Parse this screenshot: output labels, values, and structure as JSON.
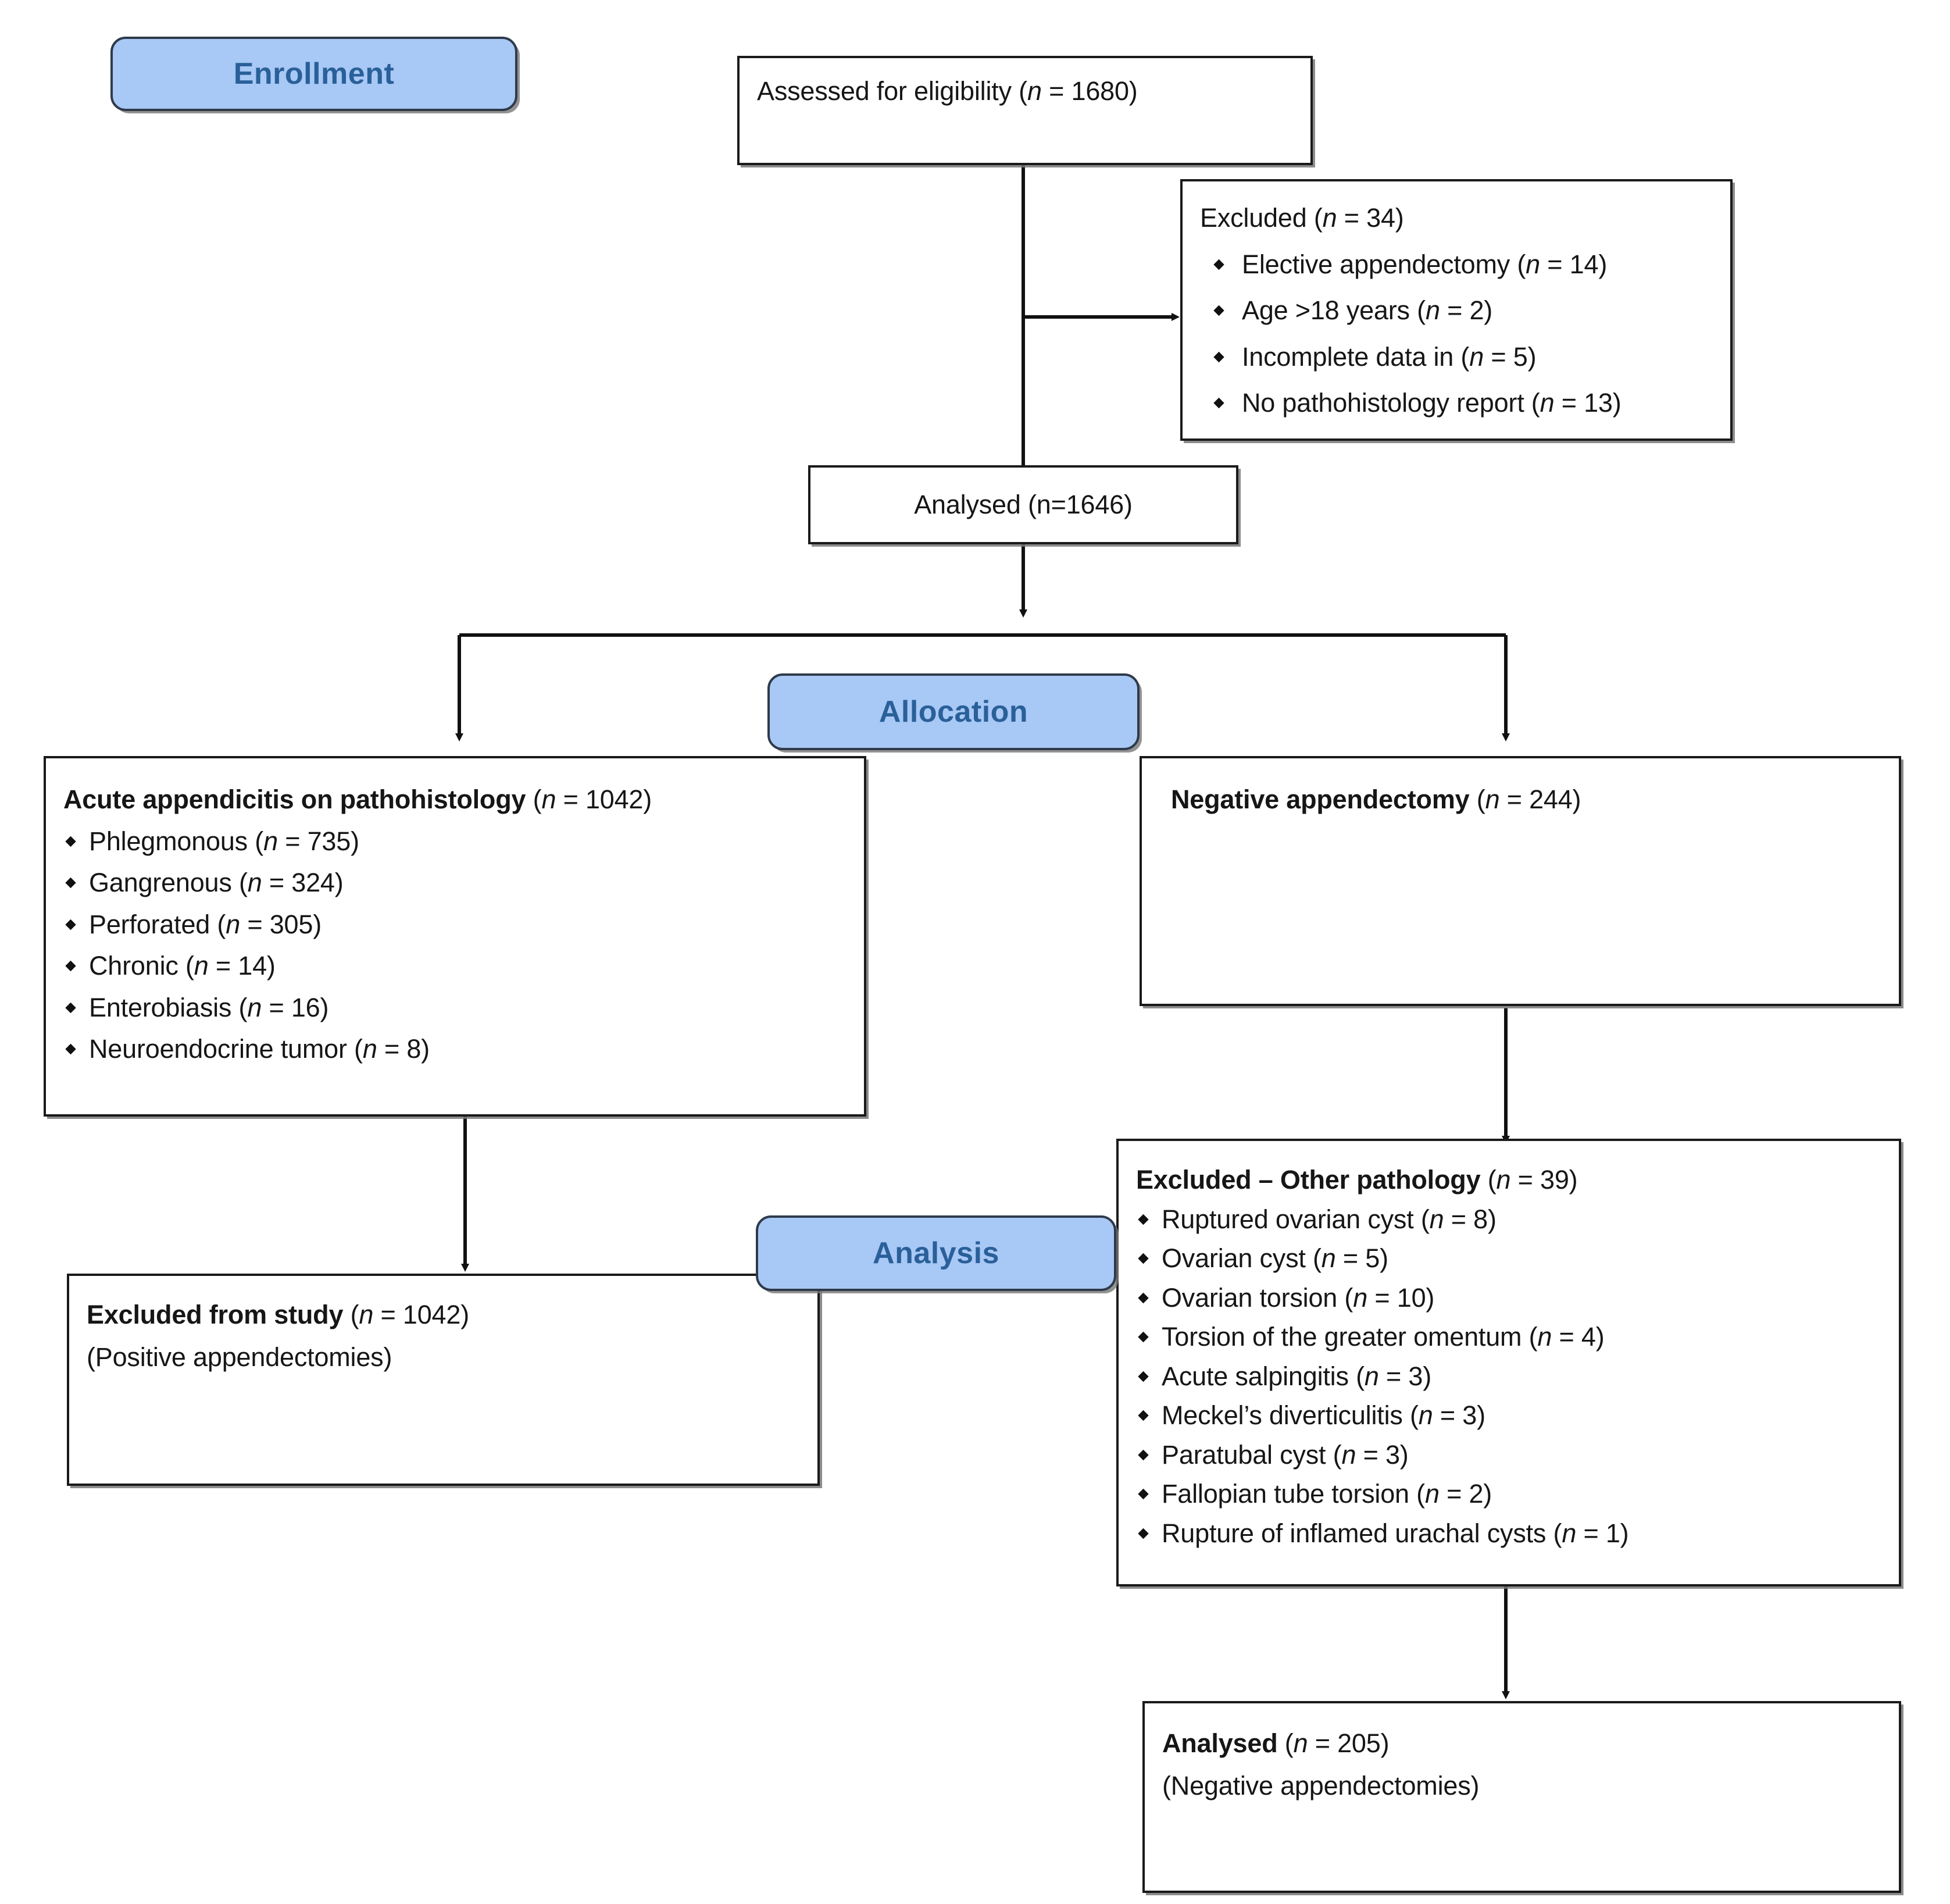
{
  "diagram": {
    "title": "CONSORT participant flow diagram",
    "accent_blue": "#a8c8f5",
    "badge_text_color": "#2a6099",
    "box_border_color": "#1a1a1a"
  },
  "stages": {
    "enrollment": "Enrollment",
    "allocation": "Allocation",
    "analysis": "Analysis"
  },
  "nodes": {
    "assessed": {
      "text": "Assessed for eligibility (",
      "n_label": "n",
      "n_value": " = 1680)"
    },
    "excluded_top": {
      "header": "Excluded (",
      "header_n": "n",
      "header_value": " = 34)",
      "items": [
        {
          "label": "Elective appendectomy (",
          "n": "n",
          "value": " = 14)"
        },
        {
          "label": "Age >18 years (",
          "n": "n",
          "value": " = 2)"
        },
        {
          "label": "Incomplete data in (",
          "n": "n",
          "value": " = 5)"
        },
        {
          "label": "No pathohistology report (",
          "n": "n",
          "value": " = 13)"
        }
      ]
    },
    "analysed_total": {
      "text": "Analysed (n=1646)"
    },
    "acute_appendicitis": {
      "header_bold": "Acute appendicitis on pathohistology",
      "header_open": " (",
      "header_n": "n",
      "header_value": " = 1042)",
      "items": [
        {
          "label": "Phlegmonous (",
          "n": "n",
          "value": " = 735)"
        },
        {
          "label": "Gangrenous (",
          "n": "n",
          "value": " = 324)"
        },
        {
          "label": "Perforated (",
          "n": "n",
          "value": " = 305)"
        },
        {
          "label": "Chronic (",
          "n": "n",
          "value": " = 14)"
        },
        {
          "label": "Enterobiasis (",
          "n": "n",
          "value": " = 16)"
        },
        {
          "label": "Neuroendocrine tumor (",
          "n": "n",
          "value": " = 8)"
        }
      ]
    },
    "negative_appendectomy": {
      "header_bold": "Negative appendectomy",
      "header_open": " (",
      "header_n": "n",
      "header_value": " = 244)"
    },
    "excluded_from_study": {
      "header_bold": "Excluded from study",
      "header_open": " (",
      "header_n": "n",
      "header_value": " = 1042)",
      "subtitle": "(Positive appendectomies)"
    },
    "excluded_other_pathology": {
      "header_bold": "Excluded – Other pathology",
      "header_open": " (",
      "header_n": "n",
      "header_value": " = 39)",
      "items": [
        {
          "label": "Ruptured ovarian cyst (",
          "n": "n",
          "value": " = 8)"
        },
        {
          "label": "Ovarian cyst (",
          "n": "n",
          "value": " = 5)"
        },
        {
          "label": "Ovarian torsion (",
          "n": "n",
          "value": " = 10)"
        },
        {
          "label": "Torsion of the greater omentum (",
          "n": "n",
          "value": " = 4)"
        },
        {
          "label": "Acute salpingitis (",
          "n": "n",
          "value": " = 3)"
        },
        {
          "label": "Meckel’s diverticulitis (",
          "n": "n",
          "value": " = 3)"
        },
        {
          "label": "Paratubal cyst (",
          "n": "n",
          "value": " = 3)"
        },
        {
          "label": "Fallopian tube torsion (",
          "n": "n",
          "value": " = 2)"
        },
        {
          "label": "Rupture of inflamed urachal cysts (",
          "n": "n",
          "value": " = 1)"
        }
      ]
    },
    "analysed_final": {
      "header_bold": "Analysed",
      "header_open": " (",
      "header_n": "n",
      "header_value": " = 205)",
      "subtitle": "(Negative appendectomies)"
    }
  }
}
